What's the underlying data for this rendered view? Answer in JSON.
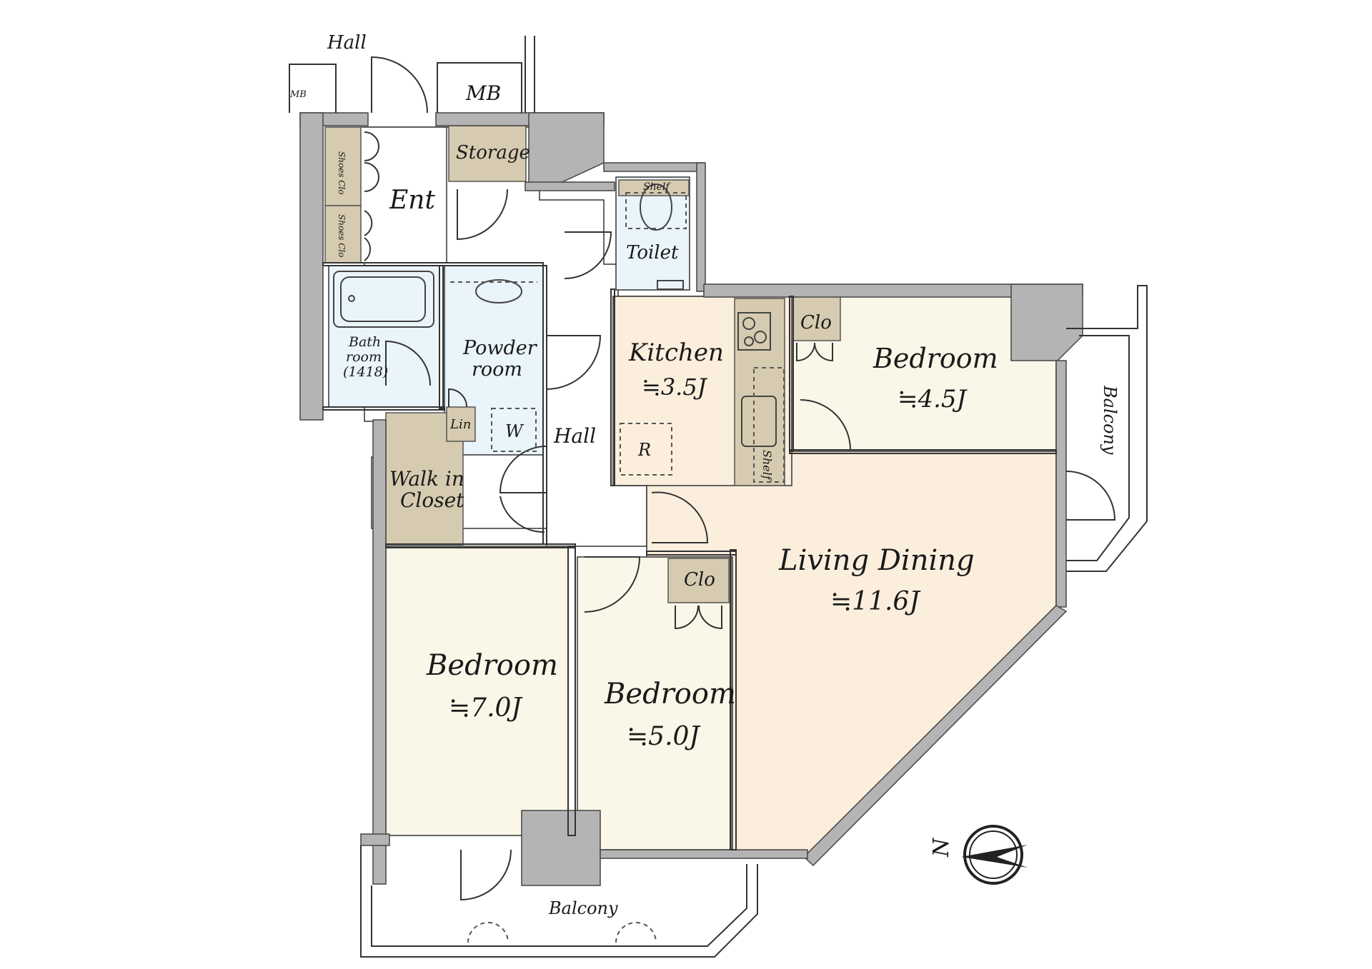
{
  "rooms": {
    "hall_top": "Hall",
    "mb_small": "MB",
    "mb": "MB",
    "storage": "Storage",
    "entrance": "Ent",
    "shoes_clo_1": "Shoes Clo",
    "shoes_clo_2": "Shoes Clo",
    "shelf_toilet": "Shelf",
    "toilet": "Toilet",
    "bathroom_l1": "Bath",
    "bathroom_l2": "room",
    "bathroom_l3": "(1418)",
    "powder_l1": "Powder",
    "powder_l2": "room",
    "linen": "Lin",
    "washer": "W",
    "hall": "Hall",
    "kitchen": "Kitchen",
    "kitchen_size": "≒3.5J",
    "fridge": "R",
    "shelf_kitchen": "Shelf",
    "clo_ne": "Clo",
    "bedroom_ne": "Bedroom",
    "bedroom_ne_size": "≒4.5J",
    "balcony_east": "Balcony",
    "walkin_l1": "Walk in",
    "walkin_l2": "Closet",
    "living": "Living Dining",
    "living_size": "≒11.6J",
    "clo_mid": "Clo",
    "bedroom_sw": "Bedroom",
    "bedroom_sw_size": "≒7.0J",
    "bedroom_mid": "Bedroom",
    "bedroom_mid_size": "≒5.0J",
    "balcony_south": "Balcony"
  },
  "compass": {
    "label": "N"
  },
  "colors": {
    "wall": "#b4b4b4",
    "closet": "#d6cbb0",
    "wet_area": "#eaf4fb",
    "bedroom": "#faf7e8",
    "living_kitchen": "#fbeedd"
  }
}
